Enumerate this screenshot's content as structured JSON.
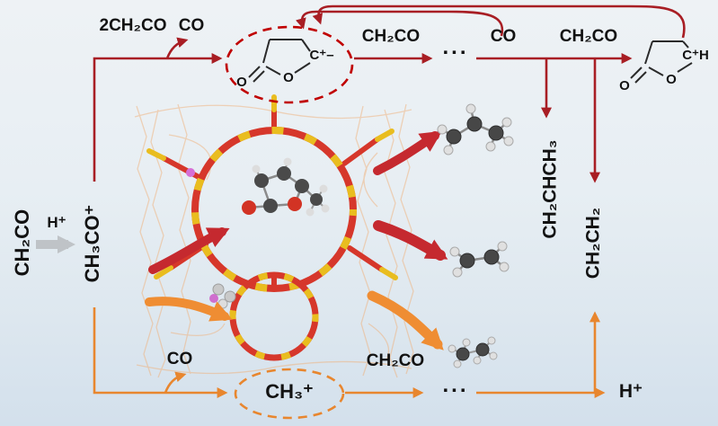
{
  "colors": {
    "dark_red": "#a81e24",
    "thick_red": "#c5292f",
    "orange": "#e8862e",
    "thick_orange": "#ef8d33",
    "text": "#121212",
    "gray_arrow": "#bfc3c7",
    "zeolite_red": "#d6372b",
    "zeolite_yellow": "#e9bd1f"
  },
  "left": {
    "reactant": "CH₂CO",
    "proton": "H⁺",
    "acylium": "CH₃CO⁺"
  },
  "top_path": {
    "label_2ch2co": "2CH₂CO",
    "label_co_1": "CO",
    "label_ch2co_mid": "CH₂CO",
    "dots": "...",
    "label_co_2": "CO",
    "label_ch2co_right": "CH₂CO"
  },
  "lactone_cation": {
    "charge": "C⁺–",
    "ring_o": "O",
    "carbonyl_o": "O"
  },
  "protonated_lactone": {
    "charge": "C⁺H",
    "ring_o": "O",
    "carbonyl_o": "O"
  },
  "products": {
    "propene": "CH₂CHCH₃",
    "ethylene": "CH₂CH₂"
  },
  "bottom_path": {
    "label_co": "CO",
    "methyl_cation": "CH₃⁺",
    "label_ch2co": "CH₂CO",
    "dots": "...",
    "proton": "H⁺"
  }
}
